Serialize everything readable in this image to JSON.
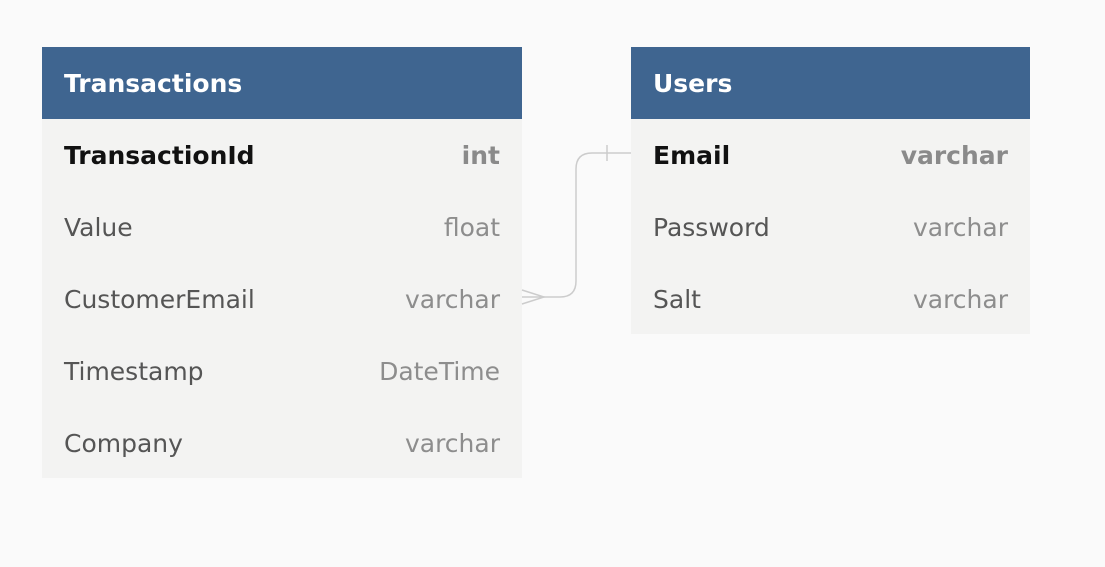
{
  "tables": [
    {
      "id": "transactions",
      "name": "Transactions",
      "fields": [
        {
          "name": "TransactionId",
          "type": "int",
          "pk": true
        },
        {
          "name": "Value",
          "type": "float",
          "pk": false
        },
        {
          "name": "CustomerEmail",
          "type": "varchar",
          "pk": false
        },
        {
          "name": "Timestamp",
          "type": "DateTime",
          "pk": false
        },
        {
          "name": "Company",
          "type": "varchar",
          "pk": false
        }
      ]
    },
    {
      "id": "users",
      "name": "Users",
      "fields": [
        {
          "name": "Email",
          "type": "varchar",
          "pk": true
        },
        {
          "name": "Password",
          "type": "varchar",
          "pk": false
        },
        {
          "name": "Salt",
          "type": "varchar",
          "pk": false
        }
      ]
    }
  ],
  "relations": [
    {
      "from_table": "transactions",
      "from_field": 2,
      "from_cardinality": "many",
      "to_table": "users",
      "to_field": 0,
      "to_cardinality": "one"
    }
  ],
  "colors": {
    "header": "#3f6590",
    "table_bg": "#f3f3f2",
    "canvas_bg": "#fafafa",
    "relation_line": "#cccccc"
  }
}
